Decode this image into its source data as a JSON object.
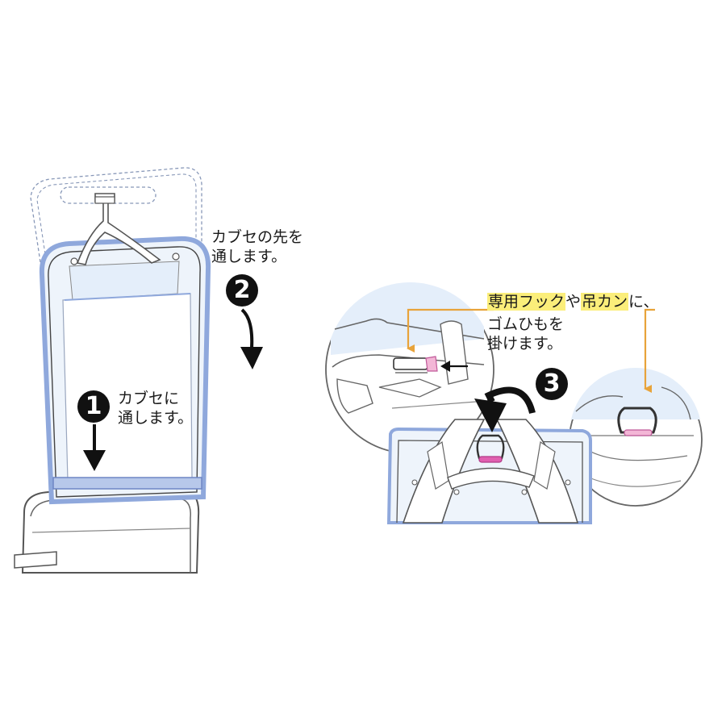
{
  "steps": [
    {
      "number": "1",
      "text_line1": "カブセに",
      "text_line2": "通します。"
    },
    {
      "number": "2",
      "text_line1": "カブセの先を",
      "text_line2": "通します。"
    },
    {
      "number": "3",
      "text_line1_part1": "専用フック",
      "text_line1_part2": "や",
      "text_line1_part3": "吊カン",
      "text_line1_part4": "に、",
      "text_line2": "ゴムひもを",
      "text_line3": "掛けます。"
    }
  ],
  "colors": {
    "cover_border": "#8fa8dc",
    "cover_fill": "#eef4fb",
    "highlight": "#fbee7a",
    "pointer_orange": "#e8a33a",
    "hook_pink": "#e060b0",
    "outline": "#555555"
  },
  "icons": [
    "down-arrow-icon",
    "curved-arrow-icon",
    "left-arrow-icon",
    "d-ring-icon",
    "hook-icon"
  ]
}
